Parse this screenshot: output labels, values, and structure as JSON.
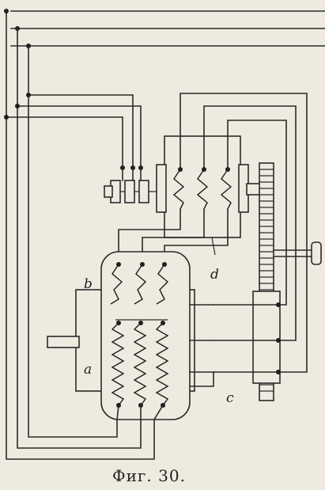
{
  "figure": {
    "caption": "Фиг. 30.",
    "labels": {
      "a": "a",
      "b": "b",
      "c": "c",
      "d": "d"
    }
  },
  "colors": {
    "paper": "#eeeadf",
    "ink": "#2a2a2a"
  },
  "icons": {
    "stator": "zigzag-coil-icon",
    "rotor": "zigzag-coil-icon",
    "commutator": "gear-rack-icon",
    "handwheel": "crank-handle-icon"
  }
}
